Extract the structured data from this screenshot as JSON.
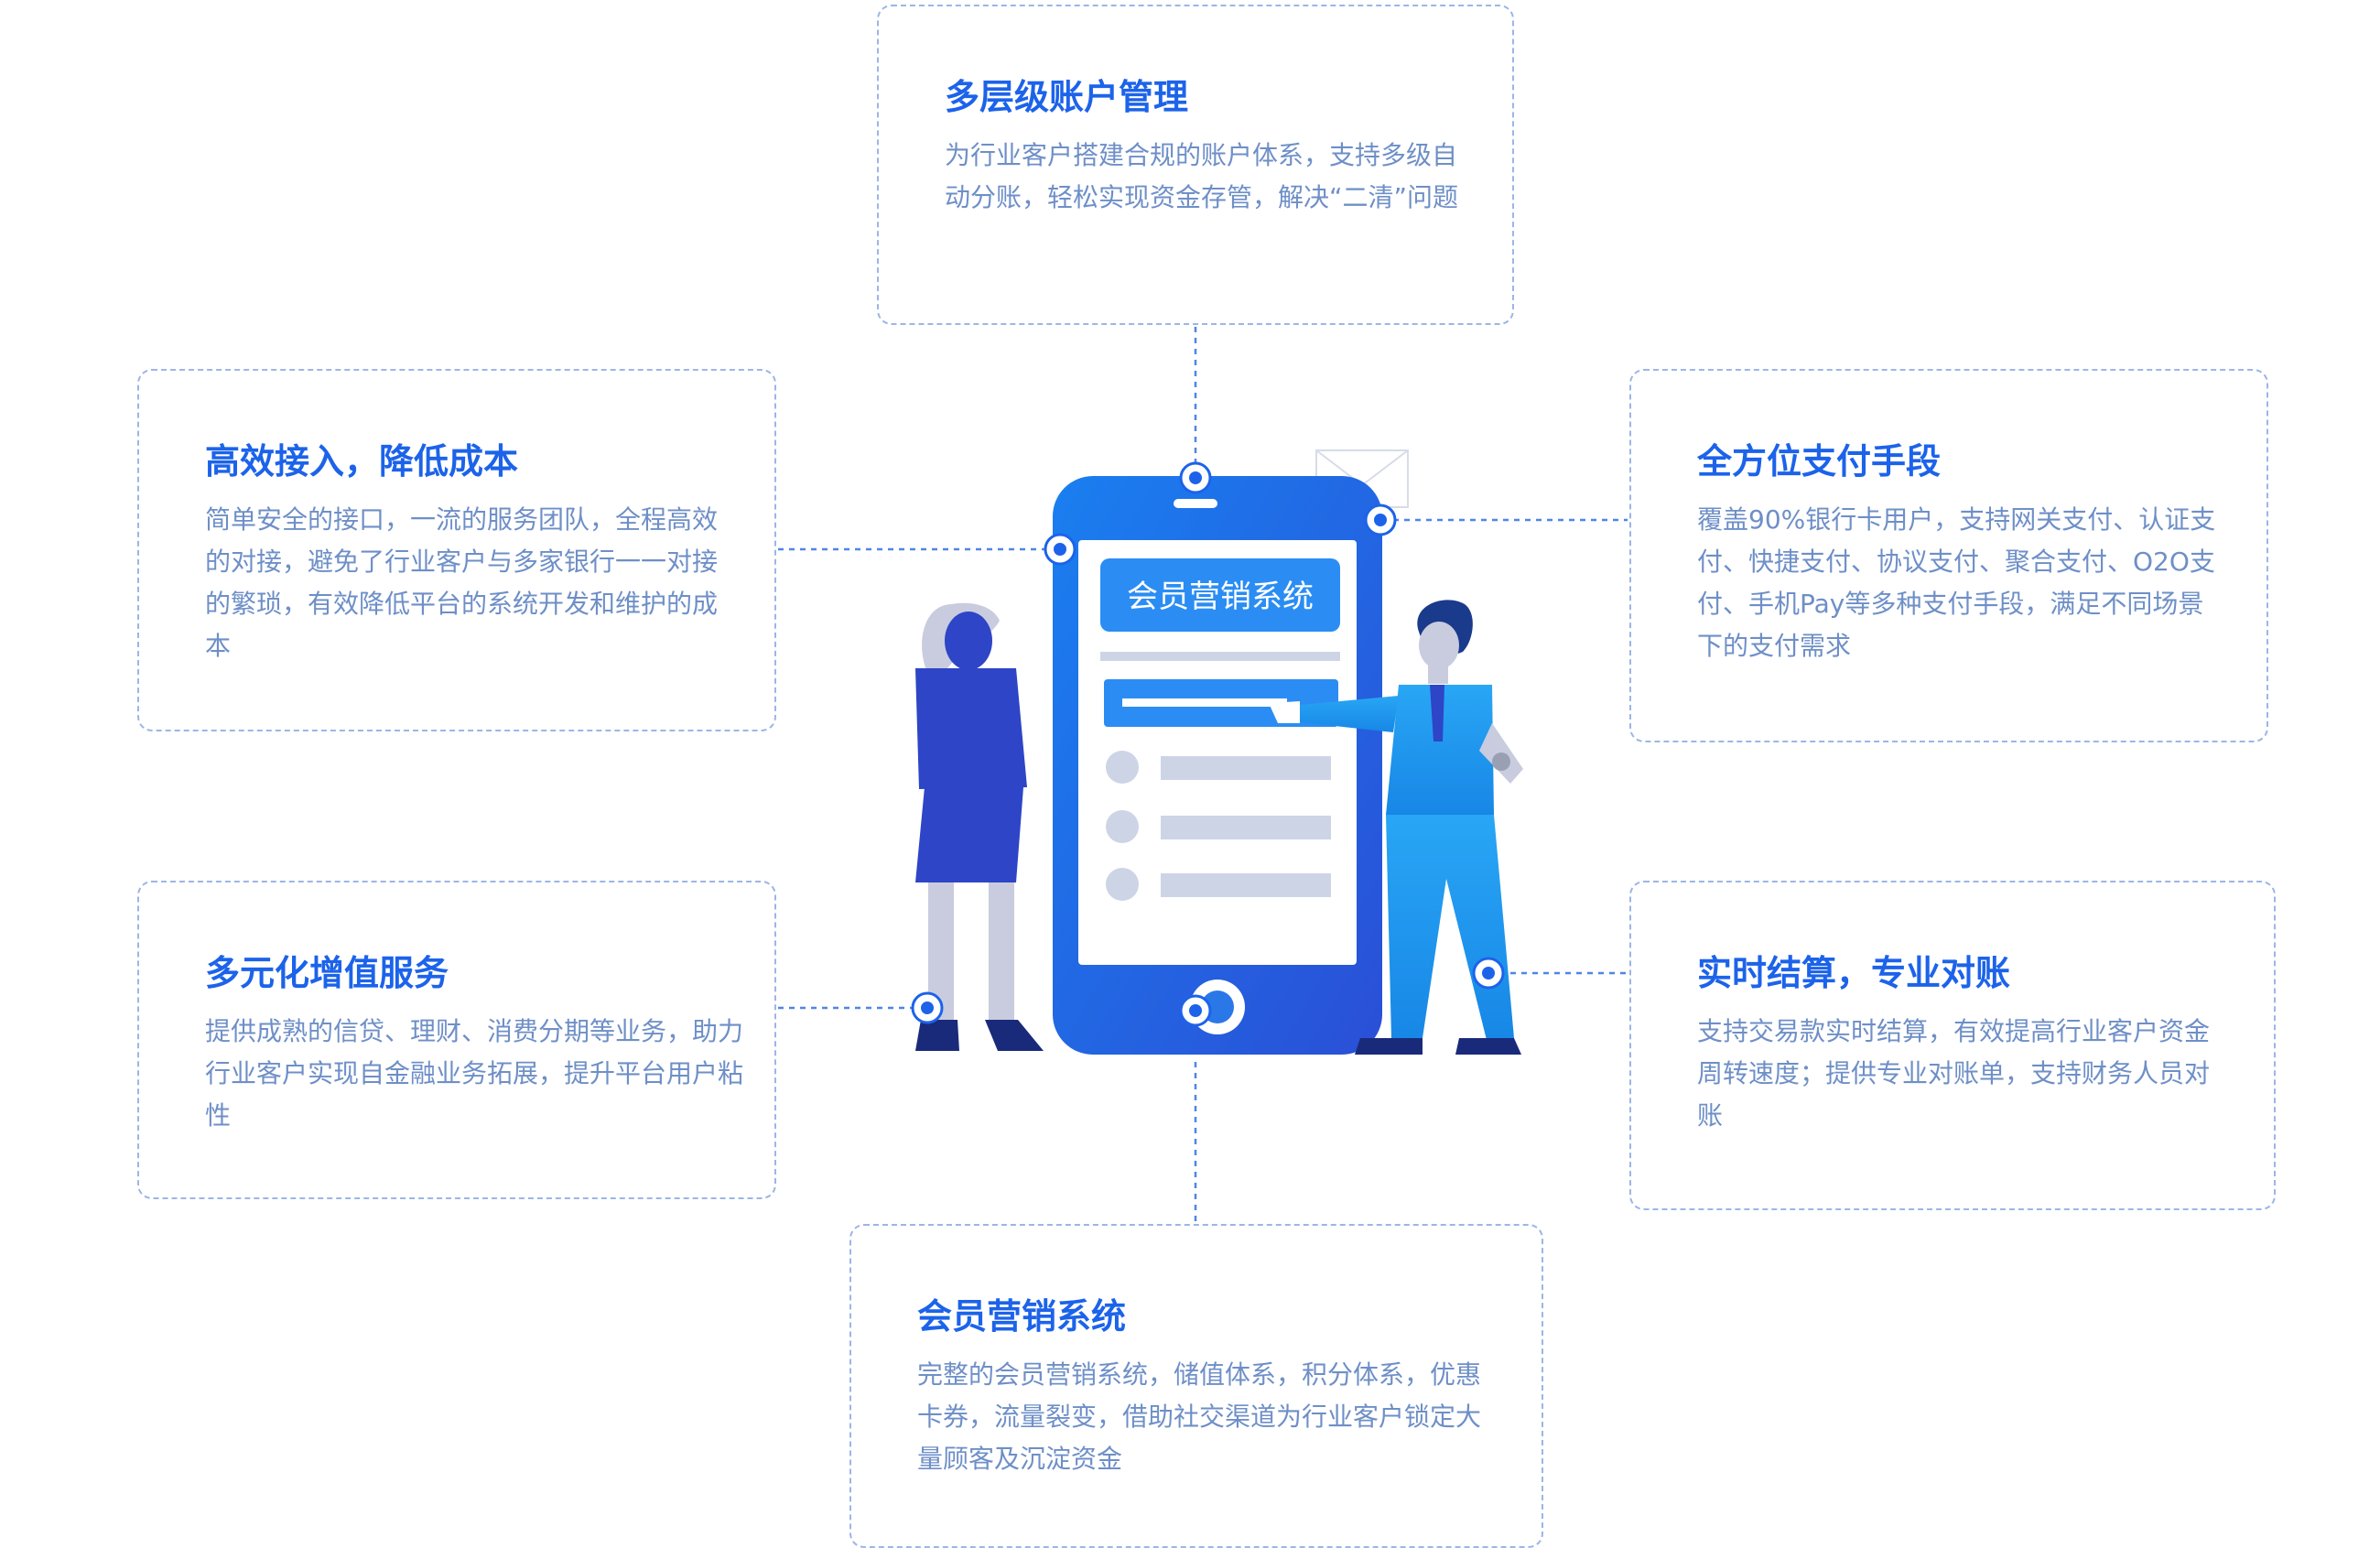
{
  "cards": {
    "top": {
      "title": "多层级账户管理",
      "desc": "为行业客户搭建合规的账户体系，支持多级自动分账，轻松实现资金存管，解决“二清”问题"
    },
    "left1": {
      "title": "高效接入，降低成本",
      "desc": "简单安全的接口，一流的服务团队，全程高效的对接，避免了行业客户与多家银行一一对接的繁琐，有效降低平台的系统开发和维护的成本"
    },
    "left2": {
      "title": "多元化增值服务",
      "desc": "提供成熟的信贷、理财、消费分期等业务，助力行业客户实现自金融业务拓展，提升平台用户粘性"
    },
    "right1": {
      "title": "全方位支付手段",
      "desc": "覆盖90%银行卡用户，支持网关支付、认证支付、快捷支付、协议支付、聚合支付、O2O支付、手机Pay等多种支付手段，满足不同场景下的支付需求"
    },
    "right2": {
      "title": "实时结算，专业对账",
      "desc": "支持交易款实时结算，有效提高行业客户资金周转速度；提供专业对账单，支持财务人员对账"
    },
    "bottom": {
      "title": "会员营销系统",
      "desc": "完整的会员营销系统，储值体系，积分体系，优惠卡券，流量裂变，借助社交渠道为行业客户锁定大量顾客及沉淀资金"
    }
  },
  "phone": {
    "screen_title": "会员营销系统"
  },
  "colors": {
    "title_blue": "#1c63ea",
    "desc_blue": "#6e8fc7",
    "border_dash": "#9cb6e6",
    "phone_blue": "#1f6fe0",
    "button_blue": "#2b8df3",
    "woman_blue": "#2d45c6",
    "man_blue": "#1e9bf0"
  }
}
